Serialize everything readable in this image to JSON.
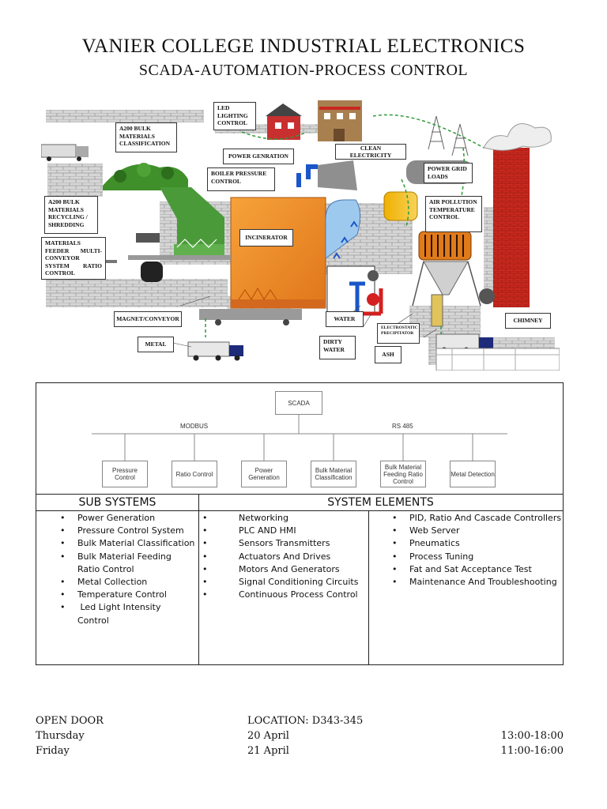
{
  "header": {
    "title": "VANIER COLLEGE INDUSTRIAL ELECTRONICS",
    "subtitle": "SCADA-AUTOMATION-PROCESS CONTROL"
  },
  "diagram_labels": {
    "led": "LED LIGHTING CONTROL",
    "a200_class": "A200 BULK MATERIALS CLASSIFICATION",
    "power_gen": "POWER GENRATION",
    "clean_elec": "CLEAN ELECTRICITY",
    "boiler": "BOILER PRESSURE CONTROL",
    "grid": "POWER GRID LOADS",
    "a200_recycle": "A200 BULK MATERIALS RECYCLING / SHREDDING",
    "air": "AIR POLLUTION TEMPERATURE CONTROL",
    "incinerator": "INCINERATOR",
    "feeder": "MATERIALS FEEDER MULTI-CONVEYOR SYSTEM RATIO CONTROL",
    "magnet": "MAGNET/CONVEYOR",
    "water": "WATER",
    "chimney": "CHIMNEY",
    "metal": "METAL",
    "esp": "ELECTROSTATIC PRECIPITATOR",
    "dirty": "DIRTY WATER",
    "ash": "ASH"
  },
  "scada": {
    "root": "SCADA",
    "bus_left": "MODBUS",
    "bus_right": "RS 485",
    "nodes": [
      "Pressure Control",
      "Ratio Control",
      "Power Generation",
      "Bulk Material Classification",
      "Bulk Material Feeding Ratio Control",
      "Metal Detection"
    ]
  },
  "table": {
    "col1_header": "SUB SYSTEMS",
    "col2_header": "SYSTEM ELEMENTS",
    "sub_systems": [
      "Power Generation",
      "Pressure Control System",
      "Bulk Material Classification",
      "Bulk Material Feeding Ratio Control",
      "Metal Collection",
      "Temperature Control",
      " Led Light Intensity Control"
    ],
    "elements_a": [
      "Networking",
      "PLC AND HMI",
      "Sensors Transmitters",
      "Actuators And Drives",
      "Motors And Generators",
      "Signal Conditioning Circuits",
      "Continuous Process Control"
    ],
    "elements_b": [
      "PID, Ratio And Cascade Controllers",
      "Web Server",
      "Pneumatics",
      "Process Tuning",
      "Fat and Sat Acceptance Test",
      "Maintenance And Troubleshooting"
    ]
  },
  "footer": {
    "open_door": "OPEN DOOR",
    "location": "LOCATION: D343-345",
    "day1": "Thursday",
    "date1": "20 April",
    "time1": "13:00-18:00",
    "day2": "Friday",
    "date2": "21 April",
    "time2": "11:00-16:00"
  },
  "colors": {
    "brick": "#c9c9c9",
    "chimney_red": "#c8281e",
    "incinerator_orange": "#f28c1e",
    "green_waste": "#3f8f2a",
    "flow_blue": "#1a56c8",
    "flow_red": "#d42020",
    "flow_green": "#2f9a3a",
    "truck_blue": "#1e2a7a"
  }
}
